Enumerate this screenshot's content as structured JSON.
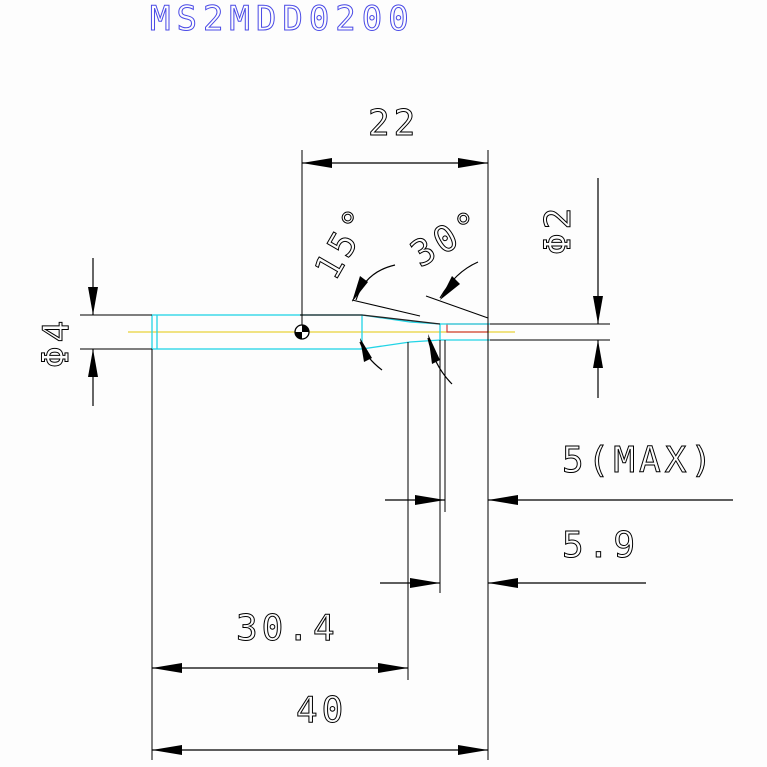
{
  "title": "MS2MDD0200",
  "dimensions": {
    "overall_length": "22",
    "tip_diameter": "Φ2",
    "shank_diameter": "Φ4",
    "angle_small": "15°",
    "angle_large": "30°",
    "tip_length_max": "5(MAX)",
    "taper_length": "5.9",
    "length_304": "30.4",
    "length_40": "40"
  },
  "colors": {
    "title": "#4a4ae6",
    "part_outline": "#22d4e6",
    "centerline": "#e8d23a",
    "tip_highlight": "#d23a3a",
    "lines": "#000000"
  }
}
